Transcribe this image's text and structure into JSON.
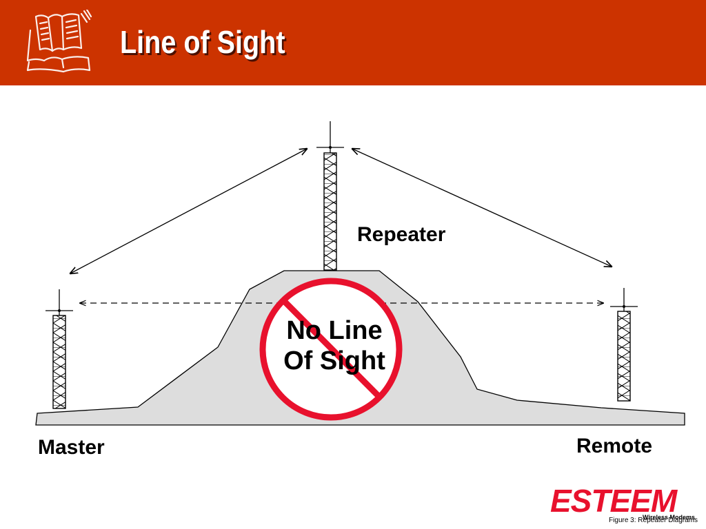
{
  "header": {
    "title": "Line of Sight",
    "background_color": "#cc3300",
    "icon": "open-book-icon"
  },
  "diagram": {
    "repeater_label": "Repeater",
    "master_label": "Master",
    "remote_label": "Remote",
    "no_los_line1": "No Line",
    "no_los_line2": "Of Sight",
    "prohibition_color": "#e8112d",
    "hill_fill": "#dddddd"
  },
  "logo": {
    "brand": "ESTEEM",
    "tagline": "Wireless Modems",
    "brand_color": "#e8112d"
  },
  "caption": "Figure 3: Repeater Diagrams"
}
